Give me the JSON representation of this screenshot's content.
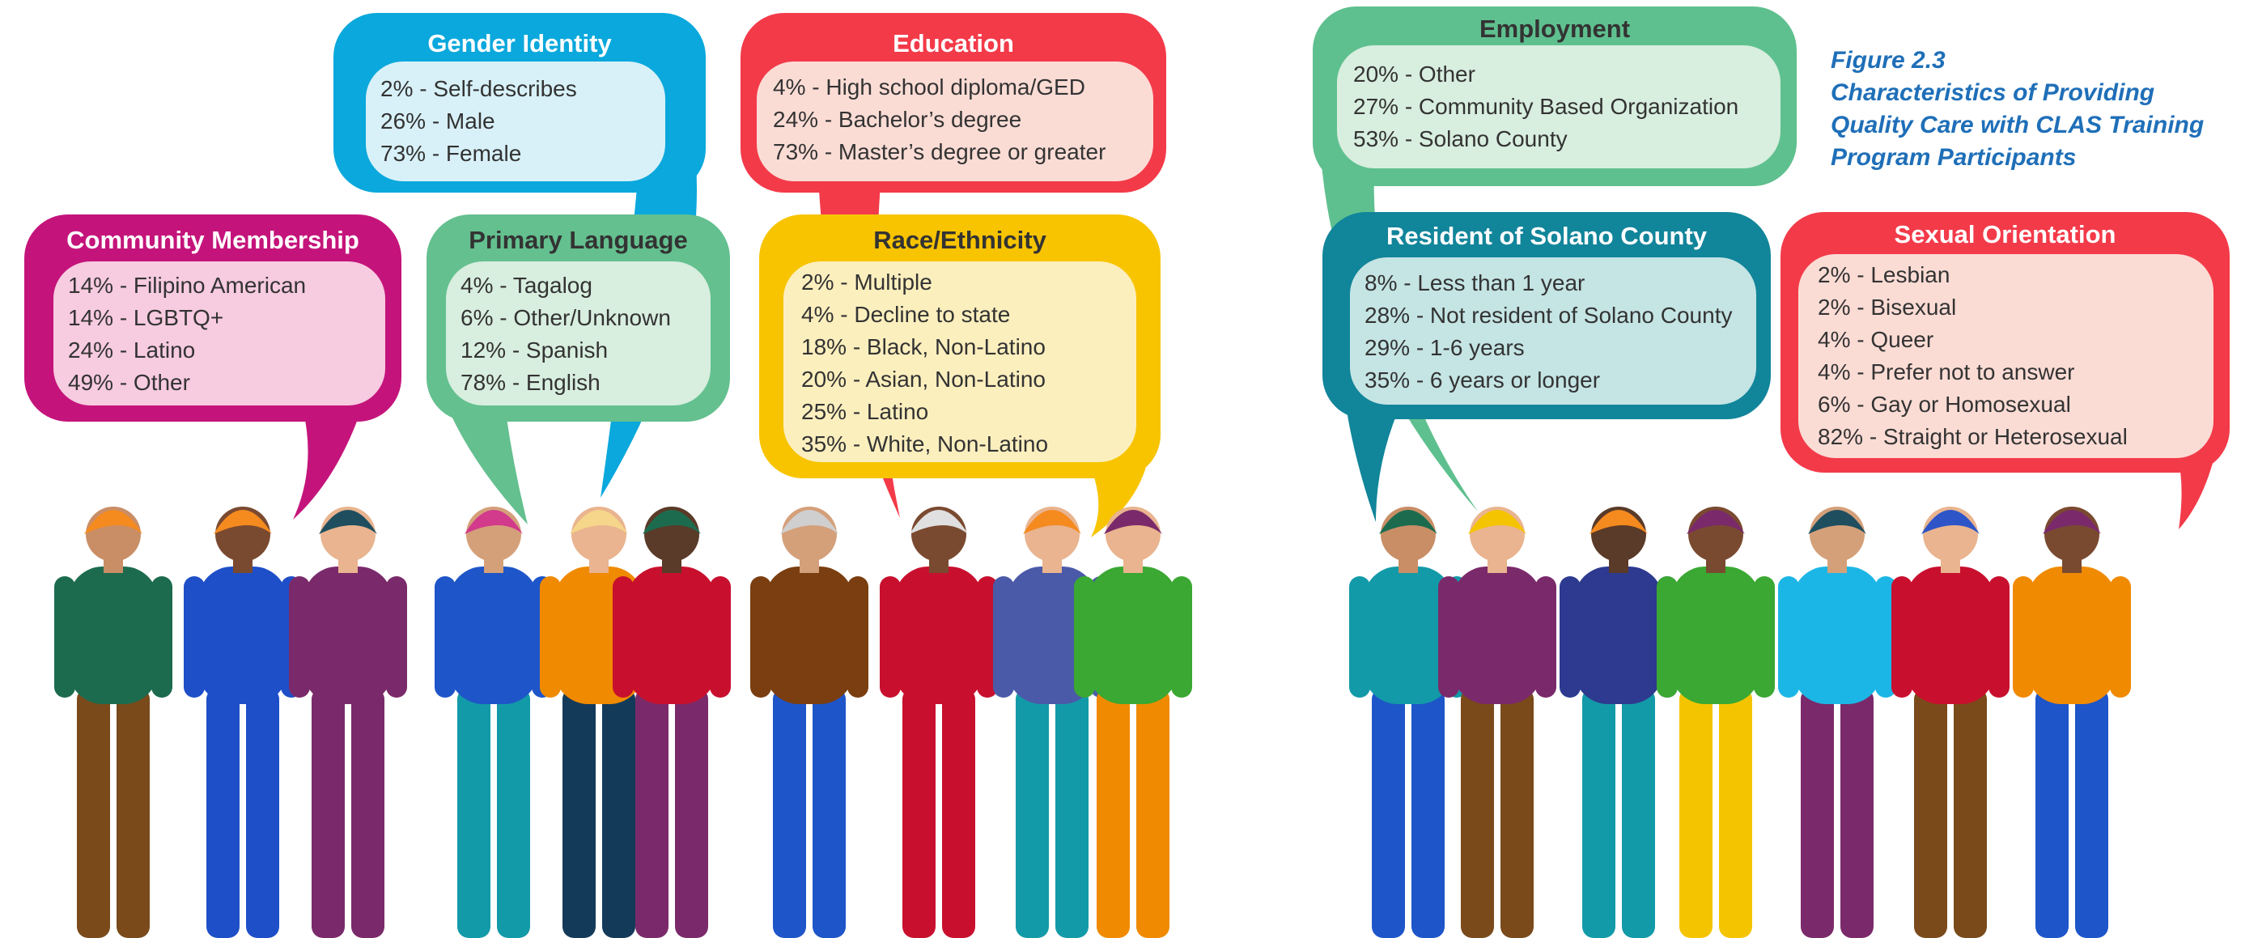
{
  "caption": {
    "lines": [
      "Figure 2.3",
      "Characteristics of Providing",
      "Quality Care with CLAS Training",
      "Program Participants"
    ]
  },
  "colors": {
    "gender": "#0aa8dc",
    "education": "#f33a49",
    "employment": "#5fc08f",
    "community": "#c4147b",
    "language": "#64c08f",
    "race": "#f8c400",
    "resident": "#11859a",
    "orientation": "#f33a49"
  },
  "bubbles": {
    "gender": {
      "title": "Gender Identity",
      "items": [
        "2% - Self-describes",
        "26% - Male",
        "73% - Female"
      ]
    },
    "education": {
      "title": "Education",
      "items": [
        "4% - High school diploma/GED",
        "24% - Bachelor’s degree",
        "73% - Master’s degree or greater"
      ]
    },
    "employment": {
      "title": "Employment",
      "items": [
        "20% - Other",
        "27% - Community Based Organization",
        "53% - Solano County"
      ]
    },
    "community": {
      "title": "Community Membership",
      "items": [
        "14% - Filipino American",
        "14% - LGBTQ+",
        "24% - Latino",
        "49% - Other"
      ]
    },
    "language": {
      "title": "Primary Language",
      "items": [
        "4% - Tagalog",
        "6% - Other/Unknown",
        "12% - Spanish",
        "78% - English"
      ]
    },
    "race": {
      "title": "Race/Ethnicity",
      "items": [
        "2% - Multiple",
        "4% - Decline to state",
        "18% - Black, Non-Latino",
        "20% - Asian, Non-Latino",
        "25% - Latino",
        "35% - White, Non-Latino"
      ]
    },
    "resident": {
      "title": "Resident of Solano County",
      "items": [
        "8% - Less than 1 year",
        "28% - Not resident of Solano County",
        "29% - 1-6 years",
        "35% - 6 years or longer"
      ]
    },
    "orientation": {
      "title": "Sexual Orientation",
      "items": [
        "2% - Lesbian",
        "2% - Bisexual",
        "4% - Queer",
        "4% - Prefer not to answer",
        "6% - Gay or Homosexual",
        "82% - Straight or Heterosexual"
      ]
    }
  }
}
